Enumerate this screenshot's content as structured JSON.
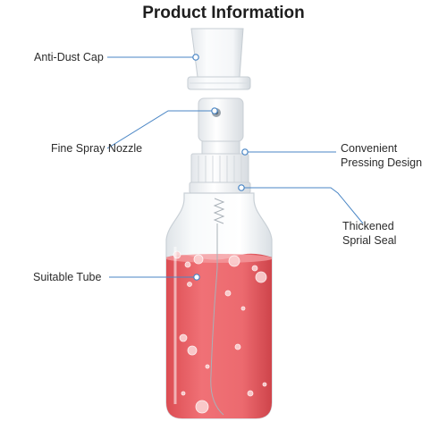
{
  "title": "Product Information",
  "callouts": {
    "cap": "Anti-Dust Cap",
    "nozzle": "Fine Spray Nozzle",
    "pressing_line1": "Convenient",
    "pressing_line2": "Pressing Design",
    "seal_line1": "Thickened",
    "seal_line2": "Sprial Seal",
    "tube": "Suitable Tube"
  },
  "colors": {
    "callout_line": "#4a86c5",
    "liquid": "#e8585c",
    "bottle_outline": "#c9d0d6"
  }
}
